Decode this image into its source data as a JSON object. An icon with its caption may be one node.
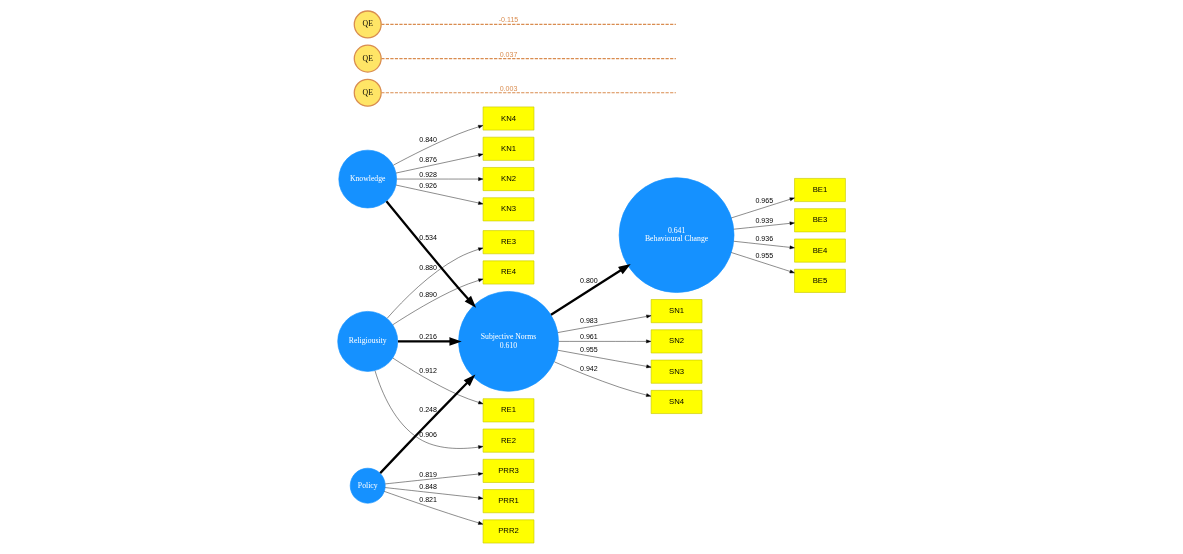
{
  "diagram": {
    "nodes": [
      {
        "text": [
          "KN1"
        ]
      },
      {
        "text": [
          "KN2"
        ]
      },
      {
        "text": [
          "KN3"
        ]
      },
      {
        "text": [
          "KN4"
        ]
      },
      {
        "text": [
          "Knowledge"
        ]
      },
      {
        "text": [
          "QE"
        ]
      },
      {
        "text": [
          "RE1"
        ]
      },
      {
        "text": [
          "RE2"
        ]
      },
      {
        "text": [
          "RE3"
        ]
      },
      {
        "text": [
          "RE4"
        ]
      },
      {
        "text": [
          "Religiousity"
        ]
      },
      {
        "text": [
          "QE"
        ]
      },
      {
        "text": [
          "Subjective Norms",
          "0.610"
        ]
      },
      {
        "text": [
          "0.641",
          "Behavioural Change"
        ]
      },
      {
        "text": [
          "BE1"
        ]
      },
      {
        "text": [
          "BE3"
        ]
      },
      {
        "text": [
          "BE4"
        ]
      },
      {
        "text": [
          "BE5"
        ]
      },
      {
        "text": [
          "QE"
        ]
      },
      {
        "text": [
          "PRR1"
        ]
      },
      {
        "text": [
          "PRR2"
        ]
      },
      {
        "text": [
          "PRR3"
        ]
      },
      {
        "text": [
          "Policy"
        ]
      },
      {
        "text": [
          "SN1"
        ]
      },
      {
        "text": [
          "SN2"
        ]
      },
      {
        "text": [
          "SN3"
        ]
      },
      {
        "text": [
          "SN4"
        ]
      }
    ],
    "edges": [
      {
        "from": 4,
        "to": 0,
        "arrow": "to",
        "label": "0.876"
      },
      {
        "from": 4,
        "to": 1,
        "arrow": "to",
        "label": "0.928"
      },
      {
        "from": 4,
        "to": 2,
        "arrow": "to",
        "label": "0.926"
      },
      {
        "from": 4,
        "to": 3,
        "arrow": "to",
        "label": "0.840"
      },
      {
        "from": 10,
        "to": 6,
        "arrow": "to",
        "label": "0.912"
      },
      {
        "from": 10,
        "to": 7,
        "arrow": "to",
        "label": "0.906"
      },
      {
        "from": 10,
        "to": 8,
        "arrow": "to",
        "label": "0.880"
      },
      {
        "from": 10,
        "to": 9,
        "arrow": "to",
        "label": "0.890"
      },
      {
        "from": 22,
        "to": 19,
        "arrow": "to",
        "label": "0.848"
      },
      {
        "from": 22,
        "to": 20,
        "arrow": "to",
        "label": "0.821"
      },
      {
        "from": 22,
        "to": 21,
        "arrow": "to",
        "label": "0.819"
      },
      {
        "from": 12,
        "to": 23,
        "arrow": "to",
        "label": "0.983"
      },
      {
        "from": 12,
        "to": 24,
        "arrow": "to",
        "label": "0.961"
      },
      {
        "from": 12,
        "to": 25,
        "arrow": "to",
        "label": "0.955"
      },
      {
        "from": 12,
        "to": 26,
        "arrow": "to",
        "label": "0.942"
      },
      {
        "from": 13,
        "to": 14,
        "arrow": "to",
        "label": "0.965"
      },
      {
        "from": 13,
        "to": 15,
        "arrow": "to",
        "label": "0.939"
      },
      {
        "from": 13,
        "to": 16,
        "arrow": "to",
        "label": "0.936"
      },
      {
        "from": 13,
        "to": 17,
        "arrow": "to",
        "label": "0.955"
      },
      {
        "from": 4,
        "to": 12,
        "arrow": "to",
        "label": "0.534",
        "style": "thick"
      },
      {
        "from": 10,
        "to": 12,
        "arrow": "to",
        "label": "0.216",
        "style": "thick"
      },
      {
        "from": 22,
        "to": 12,
        "arrow": "to",
        "label": "0.248",
        "style": "thick"
      },
      {
        "from": 12,
        "to": 13,
        "arrow": "to",
        "label": "0.800",
        "style": "thick"
      },
      {
        "from": 5,
        "to": null,
        "arrow": "none",
        "label": "0.003",
        "style": "dashed",
        "color": "#d98c4f"
      },
      {
        "from": 11,
        "to": null,
        "arrow": "none",
        "label": "0.037",
        "style": "dashed",
        "color": "#d98c4f"
      },
      {
        "from": 18,
        "to": null,
        "arrow": "none",
        "label": "-0.115",
        "style": "dashed",
        "color": "#d98c4f"
      }
    ]
  }
}
